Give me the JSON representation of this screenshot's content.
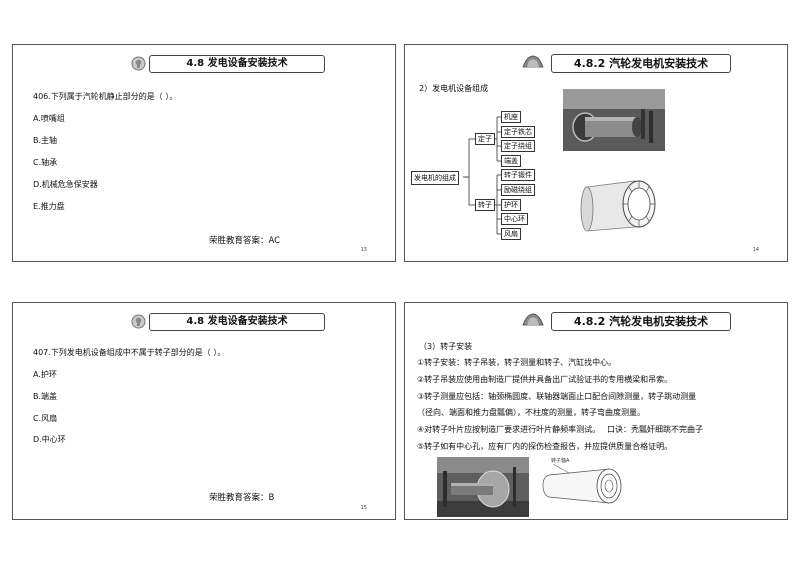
{
  "slides": [
    {
      "title": "4.8 发电设备安装技术",
      "question": "406.下列属于汽轮机静止部分的是（    ）。",
      "options": [
        "A.喷嘴组",
        "B.主轴",
        "C.轴承",
        "D.机械危急保安器",
        "E.推力盘"
      ],
      "answer": "荣胜教育答案：AC",
      "page": "13"
    },
    {
      "title": "4.8.2 汽轮发电机安装技术",
      "subtitle": "2）发电机设备组成",
      "root": "发电机的组成",
      "groups": [
        {
          "label": "定子",
          "items": [
            "机座",
            "定子铁芯",
            "定子绕组",
            "端盖"
          ]
        },
        {
          "label": "转子",
          "items": [
            "转子锻件",
            "励磁绕组",
            "护环",
            "中心环",
            "风扇"
          ]
        }
      ],
      "page": "14"
    },
    {
      "title": "4.8 发电设备安装技术",
      "question": "407.下列发电机设备组成中不属于转子部分的是（    ）。",
      "options": [
        "A.护环",
        "B.端盖",
        "C.风扇",
        "D.中心环"
      ],
      "answer": "荣胜教育答案：B",
      "page": "15"
    },
    {
      "title": "4.8.2 汽轮发电机安装技术",
      "section": "（3）转子安装",
      "lines": [
        "①转子安装：转子吊装，转子测量和转子、汽缸找中心。",
        "②转子吊装应使用由制造厂提供并具备出厂试验证书的专用横梁和吊索。",
        "③转子测量应包括：轴颈椭圆度、联轴器端面止口配合间隙测量，转子跳动测量",
        "（径向、端面和推力盘瓢偏），不柱度的测量，转子弯曲度测量。",
        "④对转子叶片应按制造厂要求进行叶片静频率测试。",
        "口诀：秃瓢奸细跳不完曲子",
        "⑤转子如有中心孔，应有厂内的探伤检查报告，并应提供质量合格证明。"
      ],
      "diagram_label": "转子轴A"
    }
  ]
}
